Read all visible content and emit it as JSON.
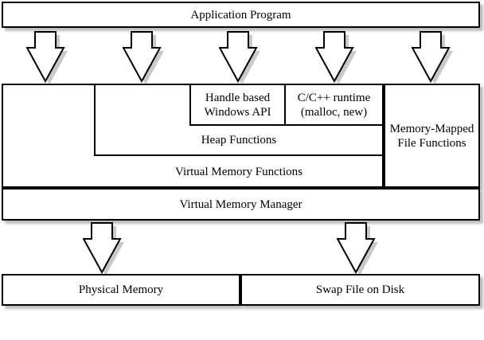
{
  "boxes": {
    "application": "Application Program",
    "handle_based": {
      "line1": "Handle based",
      "line2": "Windows API"
    },
    "c_runtime": {
      "line1": "C/C++ runtime",
      "line2": "(malloc, new)"
    },
    "heap": "Heap Functions",
    "virtual_memory_functions": "Virtual Memory Functions",
    "memory_mapped": {
      "line1": "Memory-Mapped",
      "line2": "File Functions"
    },
    "virtual_memory_manager": "Virtual Memory Manager",
    "physical_memory": "Physical Memory",
    "swap_file": "Swap File on Disk"
  },
  "colors": {
    "border": "#000000",
    "fill": "#ffffff",
    "shadow": "#bdbdbd",
    "text": "#000000",
    "background": "#ffffff"
  }
}
